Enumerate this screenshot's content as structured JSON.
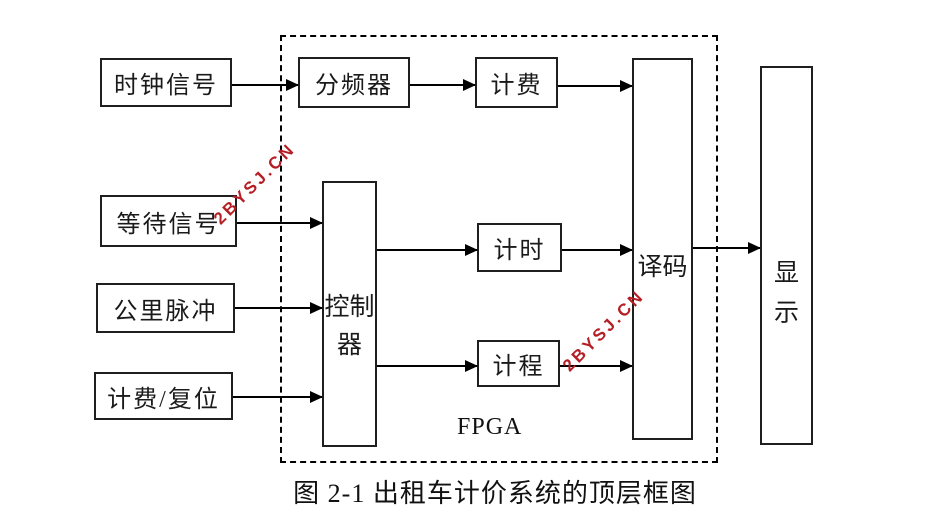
{
  "diagram": {
    "caption": "图 2-1 出租车计价系统的顶层框图",
    "fpga_label": "FPGA",
    "watermark_text": "2BYSJ.CN",
    "colors": {
      "watermark": "#b41e24",
      "line": "#000000",
      "box_border": "#1f1f1f",
      "background": "#ffffff"
    },
    "input_blocks": {
      "clock_signal": "时钟信号",
      "wait_signal": "等待信号",
      "km_pulse": "公里脉冲",
      "fee_reset": "计费/复位"
    },
    "fpga_blocks": {
      "divider": "分频器",
      "fee": "计费",
      "controller": "控制器",
      "timing": "计时",
      "distance": "计程",
      "decoder": "译码"
    },
    "output_blocks": {
      "display": "显示"
    }
  }
}
